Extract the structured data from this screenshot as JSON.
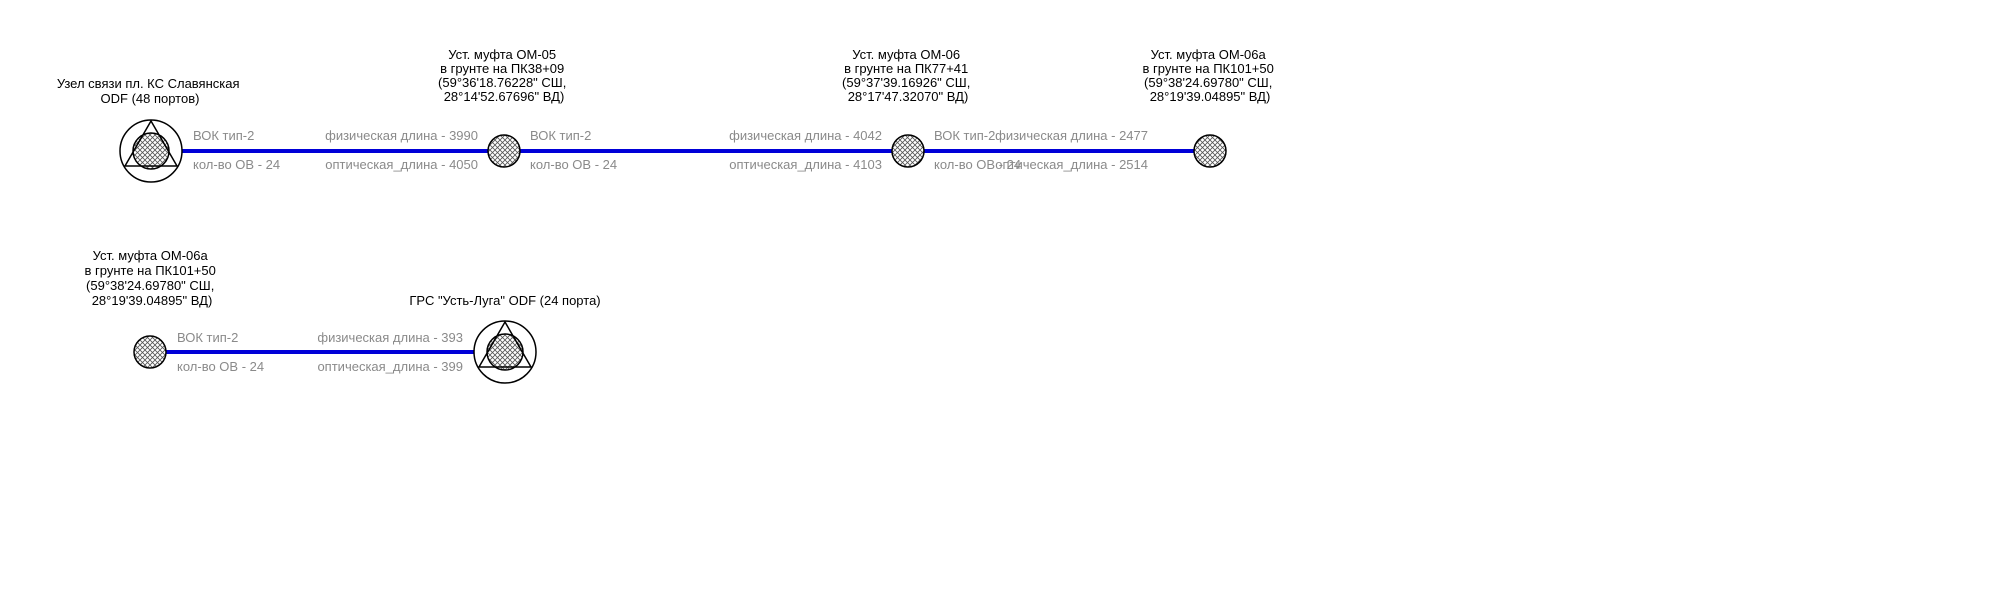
{
  "colors": {
    "cable": "#0000d8",
    "node_outline": "#000000",
    "hatch": "#555555",
    "label_text": "#000000",
    "cable_text": "#8a8a8a",
    "background": "#ffffff"
  },
  "diagrams": [
    {
      "nodes": [
        {
          "icon": "node-station-icon",
          "lines": [
            "Узел связи пл. КС Славянская",
            "ODF (48 портов)"
          ]
        },
        {
          "icon": "splice-closure-icon",
          "lines": [
            "Уст. муфта ОМ-05",
            "в грунте на ПК38+09",
            "(59°36'18.76228\" СШ,",
            "28°14'52.67696\" ВД)"
          ]
        },
        {
          "icon": "splice-closure-icon",
          "lines": [
            "Уст. муфта ОМ-06",
            "в грунте на ПК77+41",
            "(59°37'39.16926\" СШ,",
            "28°17'47.32070\" ВД)"
          ]
        },
        {
          "icon": "splice-closure-icon",
          "lines": [
            "Уст. муфта ОМ-06а",
            "в грунте на ПК101+50",
            "(59°38'24.69780\" СШ,",
            "28°19'39.04895\" ВД)"
          ]
        }
      ],
      "segments": [
        {
          "cable_type": "ВОК тип-2",
          "fiber_count": "кол-во ОВ - 24",
          "physical_length": "физическая длина - 3990",
          "optical_length": "оптическая_длина - 4050"
        },
        {
          "cable_type": "ВОК тип-2",
          "fiber_count": "кол-во ОВ - 24",
          "physical_length": "физическая длина - 4042",
          "optical_length": "оптическая_длина - 4103"
        },
        {
          "cable_type": "ВОК тип-2",
          "fiber_count": "кол-во ОВ - 24",
          "physical_length": "физическая длина - 2477",
          "optical_length": "оптическая_длина - 2514"
        }
      ]
    },
    {
      "nodes": [
        {
          "icon": "splice-closure-icon",
          "lines": [
            "Уст. муфта ОМ-06а",
            "в грунте на ПК101+50",
            "(59°38'24.69780\" СШ,",
            "28°19'39.04895\" ВД)"
          ]
        },
        {
          "icon": "node-station-icon",
          "lines": [
            "ГРС \"Усть-Луга\" ODF (24 порта)"
          ]
        }
      ],
      "segments": [
        {
          "cable_type": "ВОК тип-2",
          "fiber_count": "кол-во ОВ - 24",
          "physical_length": "физическая длина - 393",
          "optical_length": "оптическая_длина - 399"
        }
      ]
    }
  ]
}
